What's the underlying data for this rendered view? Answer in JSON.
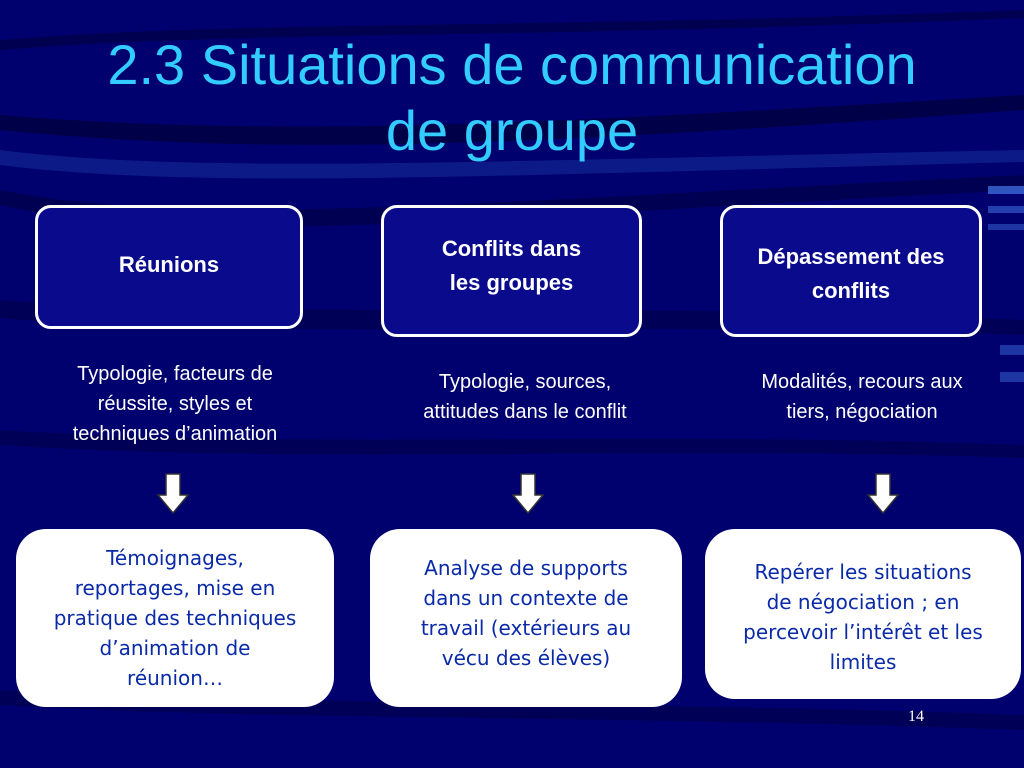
{
  "slide": {
    "title_lines": [
      "2.3 Situations de communication",
      "de groupe"
    ],
    "page_number": "14"
  },
  "columns": [
    {
      "heading_lines": [
        "Réunions"
      ],
      "description_lines": [
        "Typologie, facteurs de",
        "réussite, styles et",
        "techniques d’animation"
      ],
      "activity_lines": [
        "Témoignages,",
        "reportages, mise en",
        "pratique des techniques",
        "d’animation de",
        "réunion…"
      ]
    },
    {
      "heading_lines": [
        "Conflits dans",
        "les groupes"
      ],
      "description_lines": [
        "Typologie, sources,",
        "attitudes dans le conflit"
      ],
      "activity_lines": [
        "Analyse de supports",
        "dans un contexte de",
        "travail (extérieurs au",
        "vécu des élèves)"
      ]
    },
    {
      "heading_lines": [
        "Dépassement des",
        "conflits"
      ],
      "description_lines": [
        "Modalités, recours aux",
        "tiers, négociation"
      ],
      "activity_lines": [
        "Repérer les situations",
        "de négociation ; en",
        "percevoir l’intérêt et les",
        "limites"
      ]
    }
  ],
  "colors": {
    "background": "#00006e",
    "title": "#33ccff",
    "box_fill": "#0a0a8c",
    "activity_text": "#0a2aa8"
  }
}
